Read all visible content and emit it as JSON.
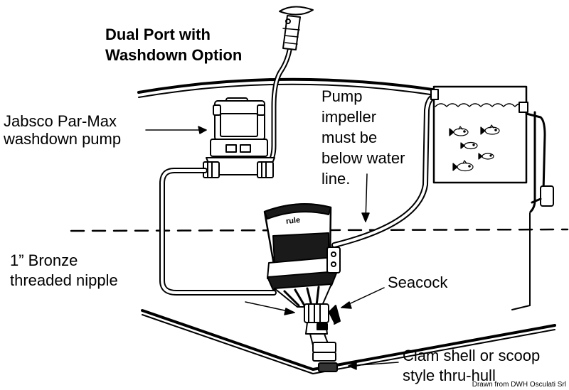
{
  "title": {
    "line1": "Dual Port with",
    "line2": "Washdown Option"
  },
  "labels": {
    "washdown_pump": {
      "line1": "Jabsco Par-Max",
      "line2": "washdown pump"
    },
    "impeller_note": {
      "line1": "Pump",
      "line2": "impeller",
      "line3": "must be",
      "line4": "below water",
      "line5": "line."
    },
    "nipple": {
      "line1": "1” Bronze",
      "line2": "threaded nipple"
    },
    "seacock": "Seacock",
    "thru_hull": {
      "line1": "Clam shell or scoop",
      "line2": "style thru-hull"
    }
  },
  "pump_brand": "rule",
  "credit": "Drawn from DWH Osculati Srl",
  "colors": {
    "ink": "#000000",
    "background": "#ffffff",
    "pump_body": "#1a1a1a"
  }
}
